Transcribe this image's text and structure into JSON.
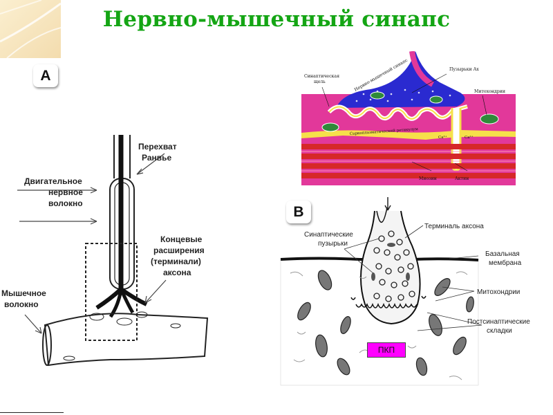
{
  "slide": {
    "title": "Нервно-мышечный синапс"
  },
  "panel_a": {
    "label": "А",
    "ranvier_lines": [
      "Перехват",
      "Ранвье"
    ],
    "motor_fiber_lines": [
      "Двигательное",
      "нервное",
      "волокно"
    ],
    "terminals_lines": [
      "Концевые",
      "расширения",
      "(терминали)",
      "аксона"
    ],
    "muscle_lines": [
      "Мышечное",
      "волокно"
    ]
  },
  "panel_b": {
    "label": "В",
    "vesicles_lines": [
      "Синаптические",
      "пузырьки"
    ],
    "axon_terminal": "Терминаль аксона",
    "basal_lines": [
      "Базальная",
      "мембрана"
    ],
    "mitochondria": "Митохондрии",
    "folds_lines": [
      "Постсинаптические",
      "складки"
    ],
    "epp_badge": "ПКП"
  },
  "panel_c": {
    "cleft_lines": [
      "Синаптическая",
      "щель"
    ],
    "vesicles_ach": "Пузырьки Ах",
    "synapse": "Нервно-мышечный синапс",
    "mitochondria": "Митохондрии",
    "reticulum": "Саркоплазматический ретикулум",
    "ca1": "Ca²⁺",
    "ca2": "Ca²⁺",
    "myosin": "Миозин",
    "actin": "Актин"
  },
  "colors": {
    "title": "#14a514",
    "badge": "#ff00ff",
    "muscle_pink": "#e2389a",
    "myofibril_red": "#d62828",
    "nerve_blue": "#2a2ad0",
    "reticulum_yellow": "#f6e04a",
    "mito_green": "#2f8a3a"
  }
}
